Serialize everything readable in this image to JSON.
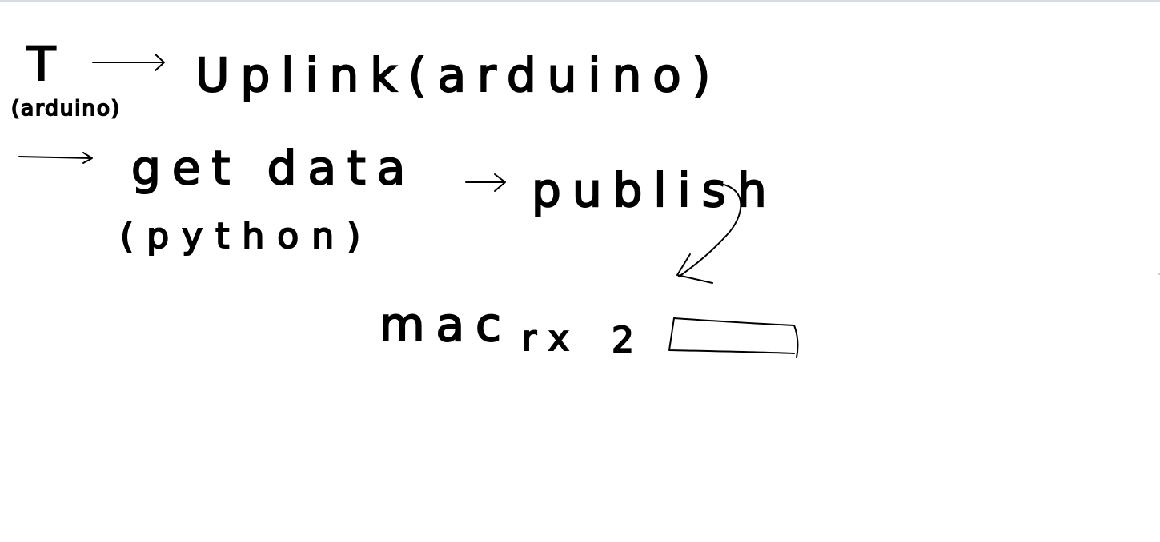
{
  "ink_color": "#000000",
  "ink_width": 2,
  "notes": {
    "t_letter": "T",
    "t_sub": "(arduino)",
    "uplink": "Uplink(arduino)",
    "get_data": "get data",
    "get_sub": "(python)",
    "publish": "publish",
    "bottom_mac": "mac",
    "bottom_rx": "rx",
    "bottom_num": "2"
  }
}
